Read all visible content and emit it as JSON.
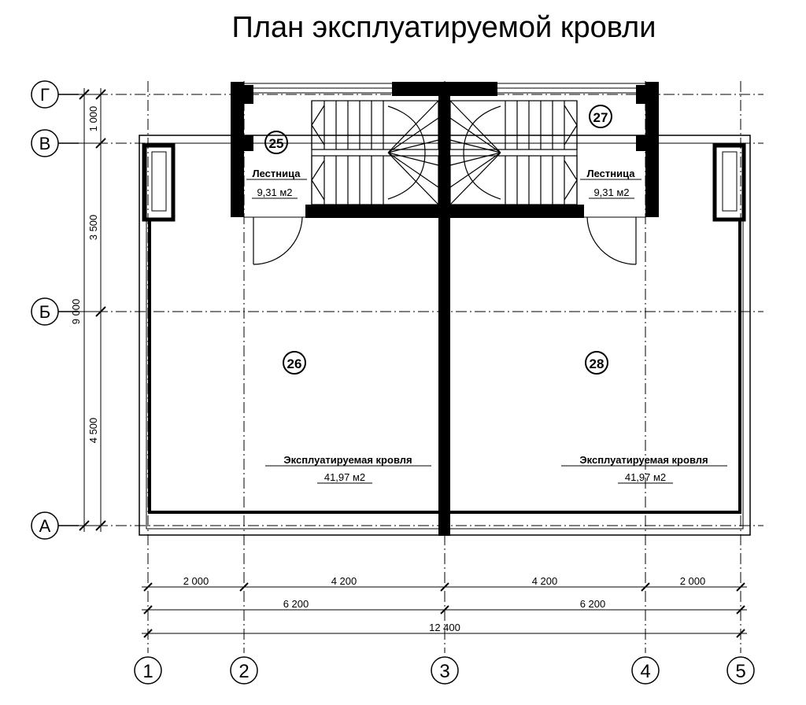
{
  "title": "План эксплуатируемой кровли",
  "axes": {
    "rows": [
      "Г",
      "В",
      "Б",
      "А"
    ],
    "cols": [
      "1",
      "2",
      "3",
      "4",
      "5"
    ]
  },
  "dimensions": {
    "vertical": {
      "total": "9 000",
      "parts": [
        "1 000",
        "3 500",
        "4 500"
      ]
    },
    "horizontal": {
      "row1": [
        "2 000",
        "4 200",
        "4 200",
        "2 000"
      ],
      "row2": [
        "6 200",
        "6 200"
      ],
      "total": "12 400"
    }
  },
  "rooms": [
    {
      "id": "25",
      "name": "Лестница",
      "area": "9,31 м2"
    },
    {
      "id": "26",
      "name": "Эксплуатируемая кровля",
      "area": "41,97 м2"
    },
    {
      "id": "27",
      "name": "Лестница",
      "area": "9,31 м2"
    },
    {
      "id": "28",
      "name": "Эксплуатируемая кровля",
      "area": "41,97 м2"
    }
  ],
  "colors": {
    "line": "#000000",
    "background": "#ffffff"
  }
}
